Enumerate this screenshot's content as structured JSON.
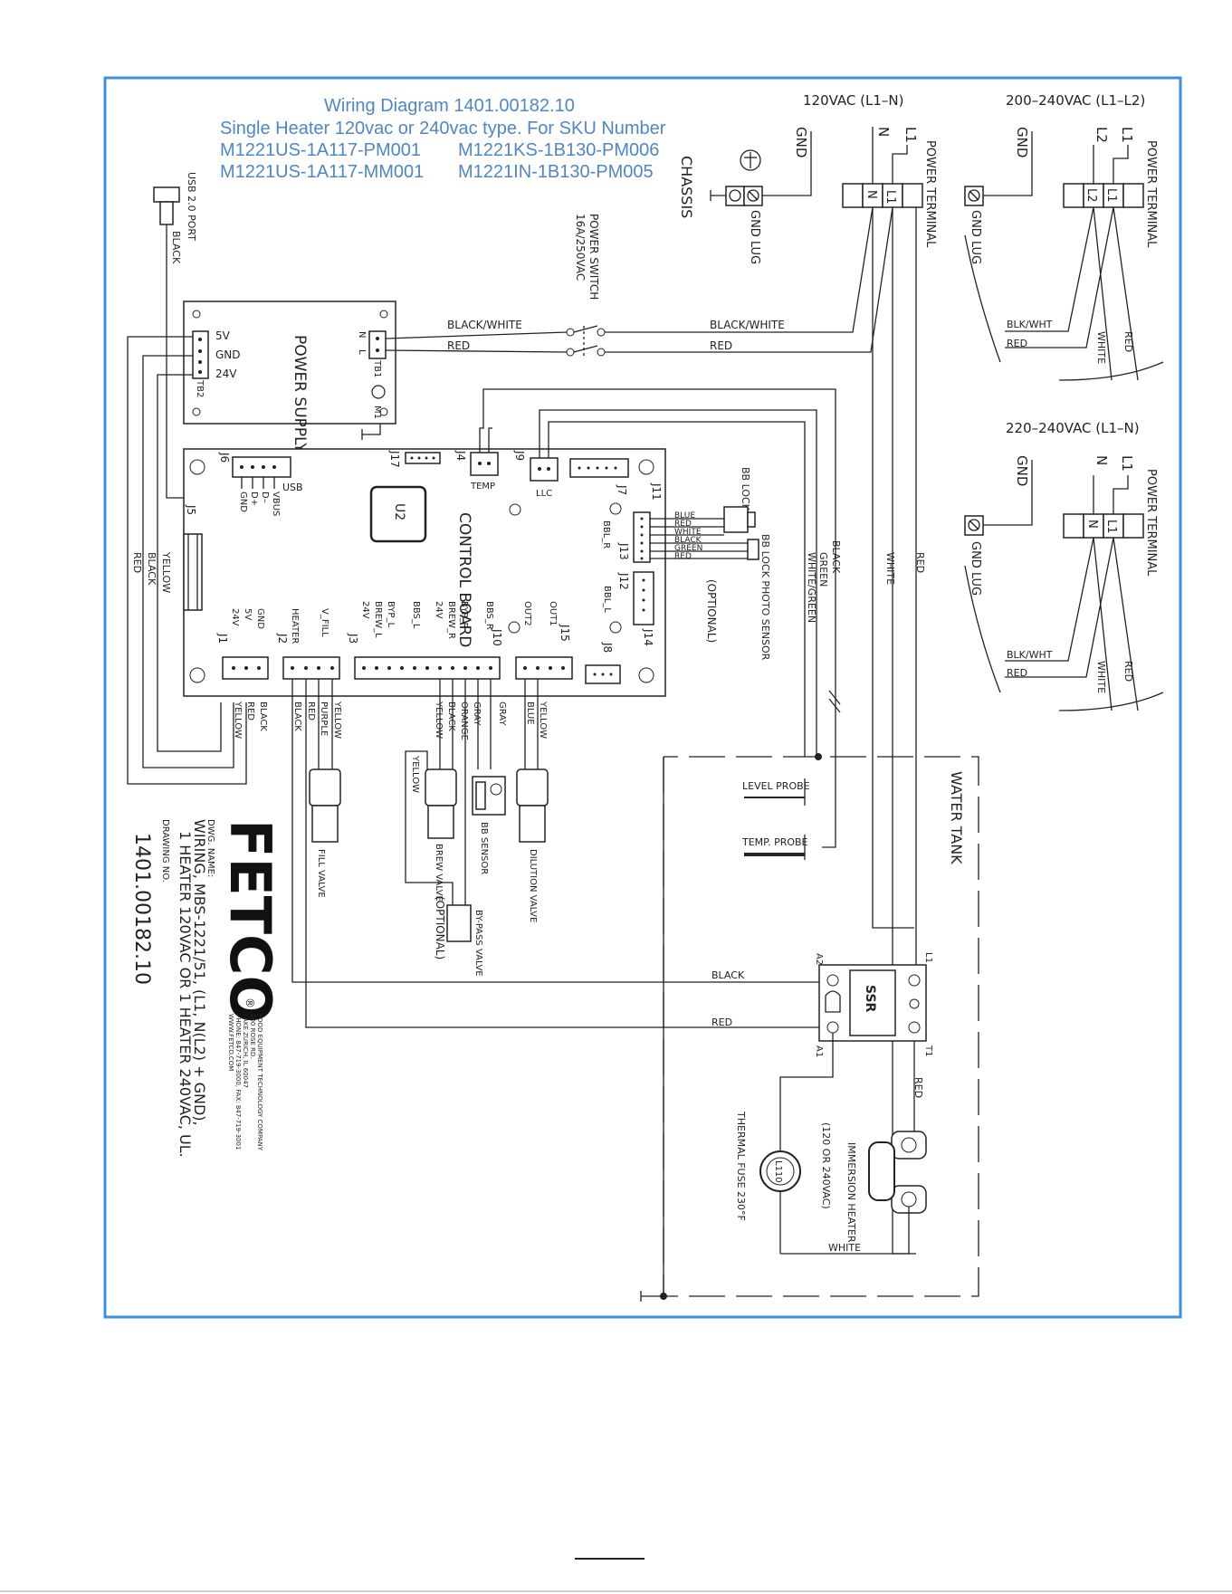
{
  "header": {
    "line1": "Wiring Diagram 1401.00182.10",
    "line2": "Single Heater 120vac or 240vac type.  For SKU Number",
    "sku": [
      "M1221US-1A117-PM001",
      "M1221KS-1B130-PM006",
      "M1221US-1A117-MM001",
      "M1221IN-1B130-PM005"
    ]
  },
  "supply": {
    "s120": {
      "title": "120VAC  (L1–N)",
      "gnd": "GND",
      "n": "N",
      "l1": "L1",
      "terminal": "POWER TERMINAL",
      "chassis": "CHASSIS",
      "lug": "GND LUG"
    },
    "s200": {
      "title": "200–240VAC  (L1–L2)",
      "gnd": "GND",
      "l2": "L2",
      "l1": "L1",
      "terminal": "POWER TERMINAL",
      "lug": "GND LUG",
      "blkwht": "BLK/WHT",
      "red": "RED",
      "white": "WHITE",
      "red2": "RED"
    },
    "s220": {
      "title": "220–240VAC  (L1–N)",
      "gnd": "GND",
      "n": "N",
      "l1": "L1",
      "terminal": "POWER TERMINAL",
      "lug": "GND LUG",
      "blkwht": "BLK/WHT",
      "red": "RED",
      "white": "WHITE",
      "red2": "RED"
    }
  },
  "switch": {
    "title": "POWER SWITCH",
    "rating": "16A/250VAC"
  },
  "usb": {
    "port": "USB 2.0 PORT",
    "black": "BLACK"
  },
  "power_supply": {
    "title": "POWER SUPPLY",
    "v5": "5V",
    "gnd": "GND",
    "v24": "24V",
    "tb2": "TB2",
    "tb1": "TB1",
    "n": "N",
    "l": "L",
    "m1": "M1"
  },
  "wires": {
    "blackwhite": "BLACK/WHITE",
    "red": "RED",
    "blackwhite2": "BLACK/WHITE",
    "red2": "RED",
    "black": "BLACK",
    "green": "GREEN",
    "whitegreen": "WHITE/GREEN",
    "white": "WHITE",
    "red3": "RED",
    "ps_yellow": "YELLOW",
    "ps_black": "BLACK",
    "ps_red": "RED"
  },
  "board": {
    "title": "CONTROL BOARD",
    "u2": "U2",
    "conn": {
      "j6": "J6",
      "j17": "J17",
      "j4": "J4",
      "j9": "J9",
      "j7": "J7",
      "j11": "J11",
      "j13": "J13",
      "j12": "J12",
      "j14": "J14",
      "j8": "J8",
      "j15": "J15",
      "j10": "J10",
      "j3": "J3",
      "j2": "J2",
      "j1": "J1",
      "j5": "J5"
    },
    "usb": "USB",
    "temp": "TEMP",
    "llc": "LLC",
    "j6pins": [
      "VBUS",
      "D–",
      "D+",
      "GND"
    ],
    "j1pins": [
      "24V",
      "5V",
      "GND"
    ],
    "j2pins": [
      "HEATER",
      "V_FILL"
    ],
    "j3pins": [
      "24V",
      "BREW_L",
      "BYP_L",
      "BBS_L",
      "24V",
      "BREW_R",
      "BYP_R",
      "BBS_R"
    ],
    "j15pins": [
      "OUT2",
      "OUT1"
    ],
    "bbl_r": "BBL_R",
    "bbl_l": "BBL_L"
  },
  "bb_lock": {
    "label": "BB LOCK",
    "wires": [
      "BLUE",
      "RED",
      "WHITE",
      "BLACK",
      "GREEN",
      "RED"
    ],
    "photo": "BB LOCK PHOTO SENSOR",
    "optional": "(OPTIONAL)"
  },
  "j1wires": [
    "YELLOW",
    "RED",
    "BLACK"
  ],
  "fill_valve": {
    "wires": [
      "BLACK",
      "RED",
      "PURPLE",
      "YELLOW"
    ],
    "label": "FILL VALVE"
  },
  "brew_valve": {
    "wires": [
      "YELLOW",
      "BLACK",
      "ORANGE",
      "GRAY",
      "GRAY"
    ],
    "label": "BREW VALVE",
    "yellow": "YELLOW",
    "optional": "(OPTIONAL)"
  },
  "bb_sensor": {
    "label": "BB SENSOR"
  },
  "bypass": {
    "label": "BY-PASS VALVE"
  },
  "dilution": {
    "wires": [
      "BLUE",
      "YELLOW"
    ],
    "label": "DILUTION VALVE"
  },
  "tank": {
    "title": "WATER TANK",
    "level": "LEVEL PROBE",
    "temp": "TEMP. PROBE"
  },
  "ssr": {
    "label": "SSR",
    "a2": "A2",
    "a1": "A1",
    "l1": "L1",
    "t1": "T1",
    "black": "BLACK",
    "red": "RED",
    "red2": "RED"
  },
  "heater": {
    "label": "IMMERSION HEATER",
    "volt": "(120 OR 240VAC)",
    "white": "WHITE"
  },
  "fuse": {
    "label": "THERMAL FUSE 230°F",
    "code": "L110"
  },
  "titleblock": {
    "logo": "FETCO",
    "reg": "®",
    "company": [
      "FOOD EQUIPMENT TECHNOLOGY COMPANY",
      "600 ROSE RD.",
      "LAKE ZURICH, IL 60047",
      "PHONE: 847-719-3000, FAX: 847-719-3001",
      "WWW.FETCO.COM"
    ],
    "dwg_label": "DWG. NAME:",
    "dwg_name": "WIRING, MBS-1221/51, (L1, N(L2) + GND),",
    "dwg_name2": "1 HEATER 120VAC OR 1 HEATER 240VAC, UL.",
    "drawing_label": "DRAWING NO.",
    "drawing_no": "1401.00182.10"
  },
  "colors": {
    "frame": "#3d8fe0",
    "title_text": "#4f86c6",
    "line": "#222222"
  }
}
